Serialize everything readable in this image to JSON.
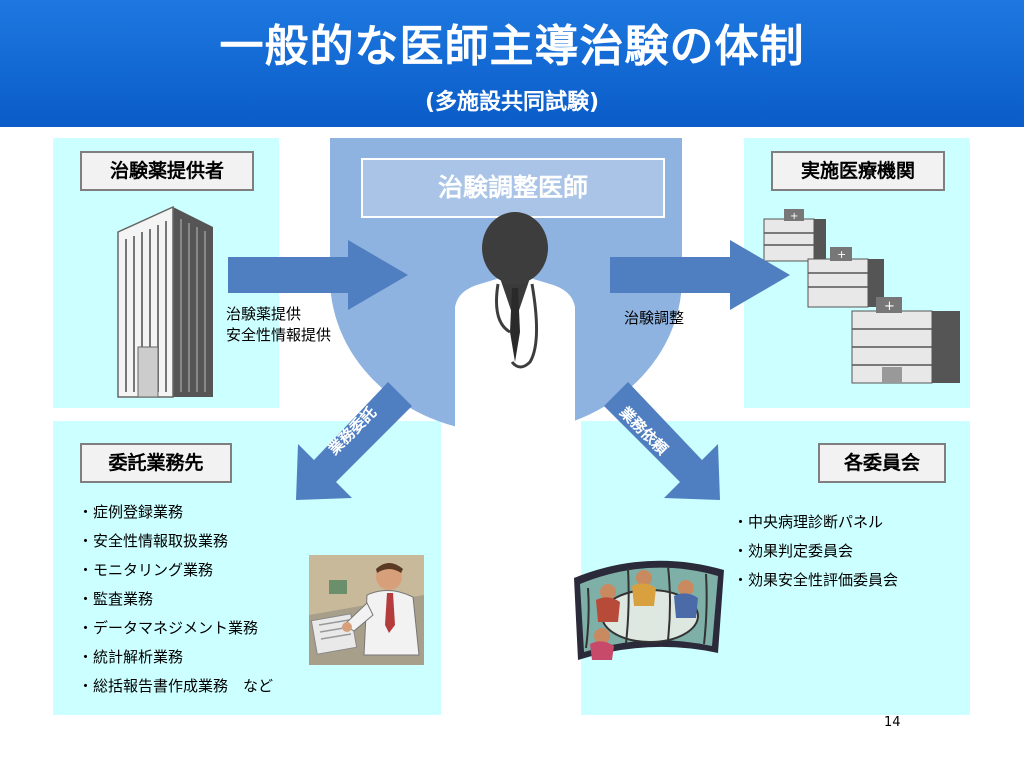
{
  "header": {
    "title": "一般的な医師主導治験の体制",
    "subtitle": "(多施設共同試験)"
  },
  "center": {
    "label": "治験調整医師"
  },
  "top_left": {
    "label": "治験薬提供者",
    "arrow_text_line1": "治験薬提供",
    "arrow_text_line2": "安全性情報提供"
  },
  "top_right": {
    "label": "実施医療機関",
    "arrow_text": "治験調整"
  },
  "bottom_left": {
    "label": "委託業務先",
    "arrow_text": "業務委託",
    "items": [
      "症例登録業務",
      "安全性情報取扱業務",
      "モニタリング業務",
      "監査業務",
      "データマネジメント業務",
      "統計解析業務",
      "総括報告書作成業務　など"
    ]
  },
  "bottom_right": {
    "label": "各委員会",
    "arrow_text": "業務依頼",
    "items": [
      "中央病理診断パネル",
      "効果判定委員会",
      "効果安全性評価委員会"
    ]
  },
  "colors": {
    "header_blue": "#0a64d2",
    "panel_cyan": "#ccffff",
    "center_blue": "#8fb3e0",
    "arrow_blue": "#4f7fc0"
  },
  "page_number": "14"
}
